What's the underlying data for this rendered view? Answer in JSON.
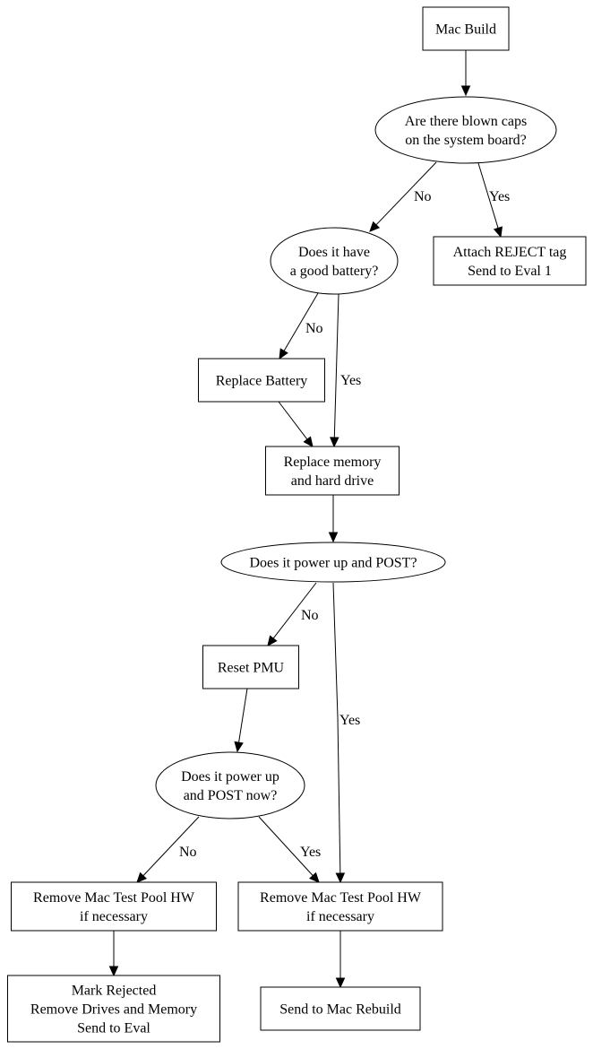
{
  "diagram": {
    "type": "flowchart",
    "nodes": [
      {
        "id": "mac_build",
        "shape": "box",
        "lines": [
          "Mac Build"
        ]
      },
      {
        "id": "blown_caps",
        "shape": "ellipse",
        "lines": [
          "Are there blown caps",
          "on the system board?"
        ]
      },
      {
        "id": "attach_reject",
        "shape": "box",
        "lines": [
          "Attach REJECT tag",
          "Send to Eval 1"
        ]
      },
      {
        "id": "good_battery",
        "shape": "ellipse",
        "lines": [
          "Does it have",
          "a good battery?"
        ]
      },
      {
        "id": "replace_battery",
        "shape": "box",
        "lines": [
          "Replace Battery"
        ]
      },
      {
        "id": "replace_mem_hd",
        "shape": "box",
        "lines": [
          "Replace memory",
          "and hard drive"
        ]
      },
      {
        "id": "power_post",
        "shape": "ellipse",
        "lines": [
          "Does it power up and POST?"
        ]
      },
      {
        "id": "reset_pmu",
        "shape": "box",
        "lines": [
          "Reset PMU"
        ]
      },
      {
        "id": "power_post_now",
        "shape": "ellipse",
        "lines": [
          "Does it power up",
          "and POST now?"
        ]
      },
      {
        "id": "remove_hw_left",
        "shape": "box",
        "lines": [
          "Remove Mac Test Pool HW",
          "if necessary"
        ]
      },
      {
        "id": "remove_hw_right",
        "shape": "box",
        "lines": [
          "Remove Mac Test Pool HW",
          "if necessary"
        ]
      },
      {
        "id": "mark_rejected",
        "shape": "box",
        "lines": [
          "Mark Rejected",
          "Remove Drives and Memory",
          "Send to Eval"
        ]
      },
      {
        "id": "send_rebuild",
        "shape": "box",
        "lines": [
          "Send to Mac Rebuild"
        ]
      }
    ],
    "edges": [
      {
        "from": "mac_build",
        "to": "blown_caps",
        "label": ""
      },
      {
        "from": "blown_caps",
        "to": "good_battery",
        "label": "No"
      },
      {
        "from": "blown_caps",
        "to": "attach_reject",
        "label": "Yes"
      },
      {
        "from": "good_battery",
        "to": "replace_battery",
        "label": "No"
      },
      {
        "from": "good_battery",
        "to": "replace_mem_hd",
        "label": "Yes"
      },
      {
        "from": "replace_battery",
        "to": "replace_mem_hd",
        "label": ""
      },
      {
        "from": "replace_mem_hd",
        "to": "power_post",
        "label": ""
      },
      {
        "from": "power_post",
        "to": "reset_pmu",
        "label": "No"
      },
      {
        "from": "power_post",
        "to": "remove_hw_right",
        "label": "Yes"
      },
      {
        "from": "reset_pmu",
        "to": "power_post_now",
        "label": ""
      },
      {
        "from": "power_post_now",
        "to": "remove_hw_left",
        "label": "No"
      },
      {
        "from": "power_post_now",
        "to": "remove_hw_right",
        "label": "Yes"
      },
      {
        "from": "remove_hw_left",
        "to": "mark_rejected",
        "label": ""
      },
      {
        "from": "remove_hw_right",
        "to": "send_rebuild",
        "label": ""
      }
    ]
  }
}
